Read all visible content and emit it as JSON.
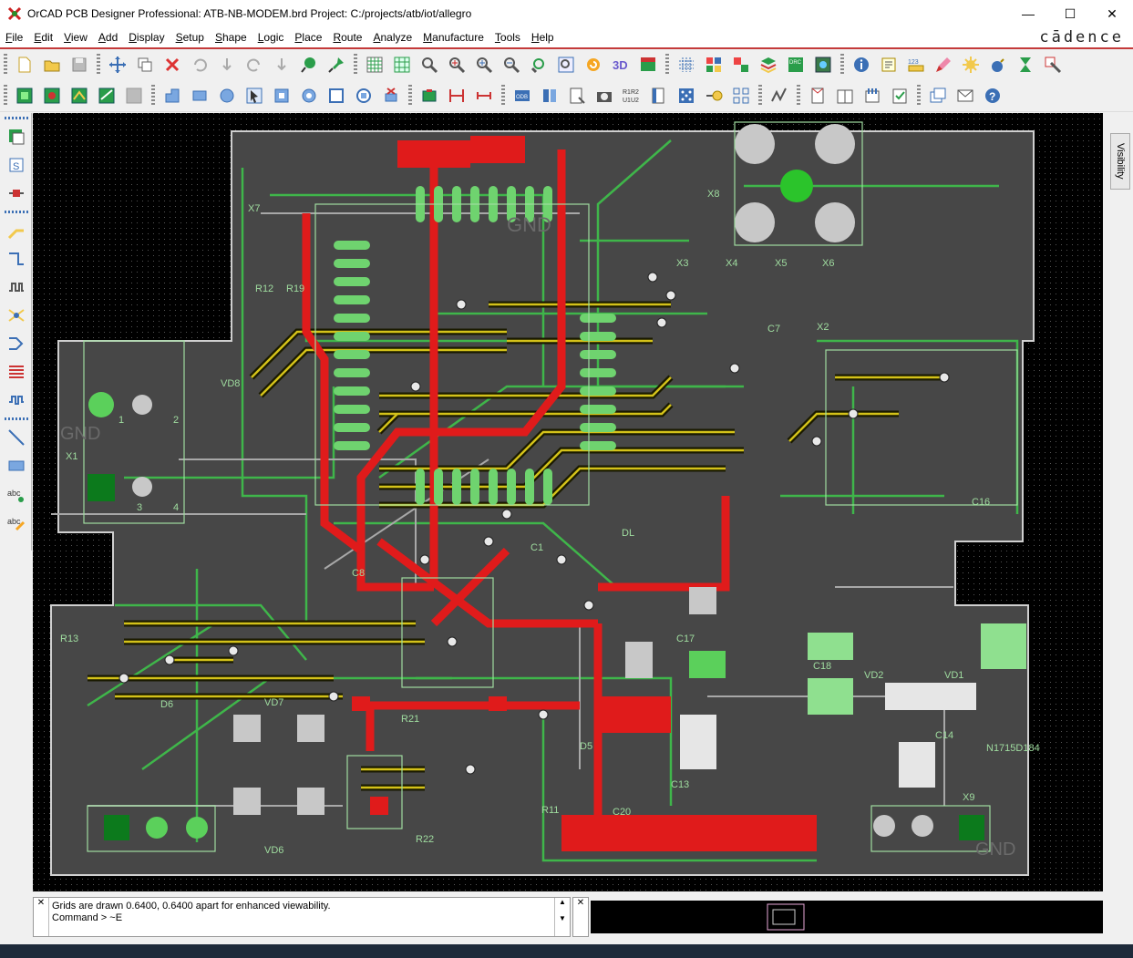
{
  "window": {
    "title": "OrCAD PCB Designer Professional: ATB-NB-MODEM.brd  Project: C:/projects/atb/iot/allegro",
    "minimize": "—",
    "maximize": "☐",
    "close": "✕"
  },
  "brand": "cādence",
  "menu": [
    "File",
    "Edit",
    "View",
    "Add",
    "Display",
    "Setup",
    "Shape",
    "Logic",
    "Place",
    "Route",
    "Analyze",
    "Manufacture",
    "Tools",
    "Help"
  ],
  "toolbar1_icons": [
    "new-file-icon",
    "open-folder-icon",
    "save-icon",
    "move-icon",
    "copy-icon",
    "delete-icon",
    "undo-icon",
    "undo-list-icon",
    "redo-icon",
    "redo-list-icon",
    "pin-icon",
    "fix-icon",
    "grid-icon",
    "refresh-grid-icon",
    "zoom-fit-icon",
    "zoom-in-icon",
    "zoom-in2-icon",
    "zoom-out-icon",
    "zoom-previous-icon",
    "zoom-world-icon",
    "redraw-icon",
    "3d-view-icon",
    "flip-icon",
    "layer-grid-icon",
    "color-icon",
    "layer-toggle-icon",
    "layers-icon",
    "batch-icon",
    "board-icon",
    "info-icon",
    "show-element-icon",
    "measure-icon",
    "highlight-icon",
    "dehighlight-icon",
    "bomb-icon",
    "hourglass-icon",
    "paint-icon"
  ],
  "toolbar2_icons": [
    "place-manual-icon",
    "place-quick-icon",
    "place-replace-icon",
    "place-swap-icon",
    "place-disabled-icon",
    "shape-poly-icon",
    "shape-rect-icon",
    "shape-circle-icon",
    "select-shape-icon",
    "void-poly-icon",
    "void-circle-icon",
    "void-rect-icon",
    "void-element-icon",
    "void-delete-icon",
    "dimension-icon",
    "dimension-linear-icon",
    "dimension-parallel-icon",
    "odb-icon",
    "bom-icon",
    "reports-icon",
    "camera-icon",
    "refdes-icon",
    "sheet-icon",
    "drill-icon",
    "temp-icon",
    "array-icon",
    "graph-icon",
    "document-icon",
    "document2-icon",
    "document3-icon",
    "checklist-icon",
    "window-icon",
    "mail-icon",
    "help-icon"
  ],
  "sidebar_icons": [
    "stackup-icon",
    "stackup2-icon",
    "component-icon",
    "route-connect-icon",
    "slide-icon",
    "delay-tune-icon",
    "fanout-icon",
    "route-bus-icon",
    "custom-smooth-icon",
    "phase-tune-icon",
    "add-line-icon",
    "add-rect-icon",
    "add-text-icon",
    "change-text-icon"
  ],
  "visibility_tab": "Visibility",
  "board": {
    "silk_labels": [
      "GND",
      "GND",
      "X1",
      "X2",
      "X3",
      "X4",
      "X5",
      "X6",
      "X7",
      "X8",
      "X9",
      "C1",
      "C7",
      "C8",
      "C13",
      "C14",
      "C16",
      "C17",
      "C18",
      "DL",
      "D5",
      "D6",
      "VD1",
      "VD2",
      "VD6",
      "VD7",
      "VD8",
      "R11",
      "R12",
      "R13",
      "R19",
      "R21",
      "R22",
      "C20",
      "N1715D184",
      "1",
      "2",
      "3",
      "4"
    ],
    "net_label": "GND"
  },
  "console": {
    "line1": "Grids are drawn 0.6400, 0.6400 apart for enhanced viewability.",
    "line2": "Command >  ~E"
  }
}
